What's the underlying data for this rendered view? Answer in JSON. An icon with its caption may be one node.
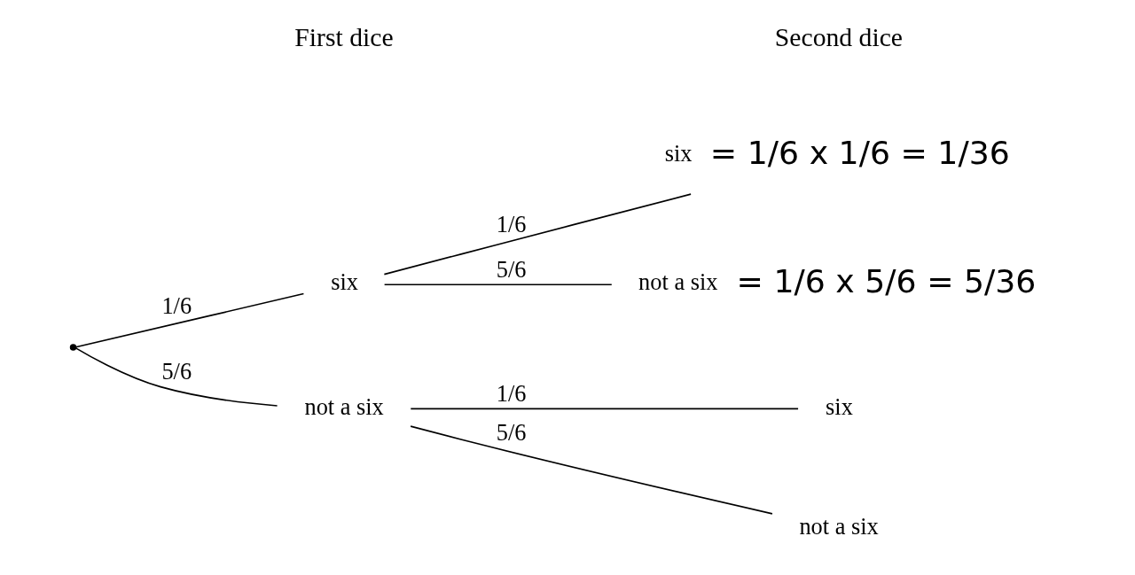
{
  "diagram": {
    "nodes": [
      {
        "text": [],
        "shape": "point"
      },
      {
        "text": [
          "six"
        ]
      },
      {
        "text": [
          "not a six"
        ]
      },
      {
        "text": [
          "six"
        ],
        "beside": [
          "= 1/6 x 1/6 = 1/36"
        ]
      },
      {
        "text": [
          "not a six"
        ],
        "beside": [
          "= 1/6 x 5/6 = 5/36"
        ]
      },
      {
        "text": [
          "six"
        ]
      },
      {
        "text": [
          "not a six"
        ]
      }
    ],
    "edges": [
      {
        "from": 0,
        "to": 1,
        "arrow": "none",
        "label": "1/6"
      },
      {
        "from": 0,
        "to": 2,
        "arrow": "none",
        "label": "5/6"
      },
      {
        "from": 1,
        "to": 3,
        "arrow": "none",
        "label": "1/6"
      },
      {
        "from": 1,
        "to": 4,
        "arrow": "none",
        "label": "5/6"
      },
      {
        "from": 2,
        "to": 5,
        "arrow": "none",
        "label": "1/6"
      },
      {
        "from": 2,
        "to": 6,
        "arrow": "none",
        "label": "5/6"
      }
    ],
    "labels": [
      "First dice",
      "Second dice"
    ]
  }
}
